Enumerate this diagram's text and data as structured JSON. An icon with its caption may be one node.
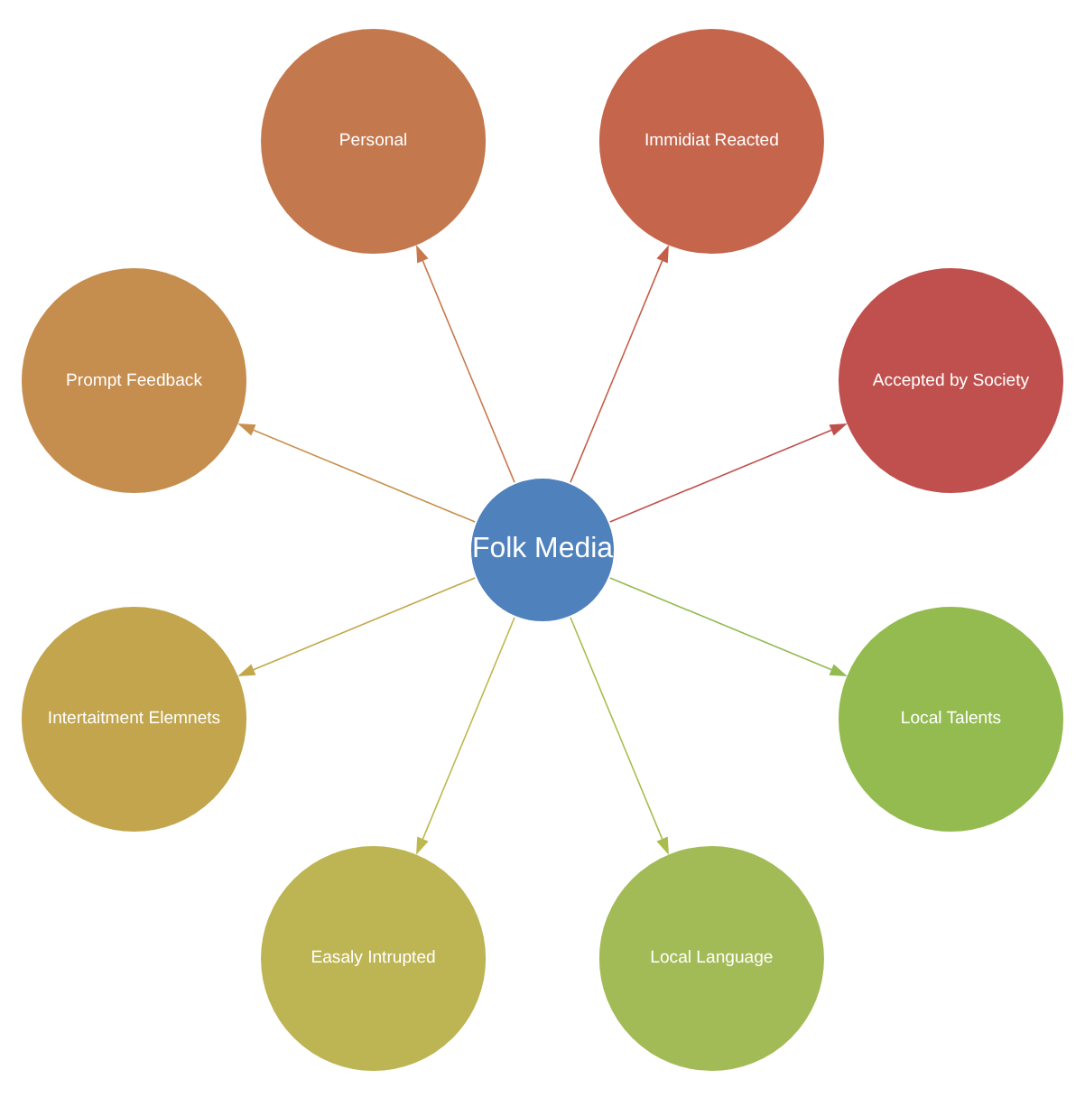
{
  "diagram": {
    "nodes": [
      {
        "text": [
          "Folk Media"
        ]
      },
      {
        "text": [
          "Accepted by Society"
        ]
      },
      {
        "text": [
          "Immidiat Reacted"
        ]
      },
      {
        "text": [
          "Personal"
        ]
      },
      {
        "text": [
          "Prompt Feedback"
        ]
      },
      {
        "text": [
          "Intertaitment Elemnets"
        ]
      },
      {
        "text": [
          "Easaly Intrupted"
        ]
      },
      {
        "text": [
          "Local Language"
        ]
      },
      {
        "text": [
          "Local Talents"
        ]
      }
    ],
    "edges": [
      {
        "from": 0,
        "to": 1,
        "arrow": "to",
        "color": "#c0504d"
      },
      {
        "from": 0,
        "to": 2,
        "arrow": "to",
        "color": "#c65d47"
      },
      {
        "from": 0,
        "to": 3,
        "arrow": "to",
        "color": "#c8784d"
      },
      {
        "from": 0,
        "to": 4,
        "arrow": "to",
        "color": "#c8904e"
      },
      {
        "from": 0,
        "to": 5,
        "arrow": "to",
        "color": "#c3a84b"
      },
      {
        "from": 0,
        "to": 6,
        "arrow": "to",
        "color": "#bdb84f"
      },
      {
        "from": 0,
        "to": 7,
        "arrow": "to",
        "color": "#a9bc4e"
      },
      {
        "from": 0,
        "to": 8,
        "arrow": "to",
        "color": "#93bb52"
      }
    ]
  }
}
